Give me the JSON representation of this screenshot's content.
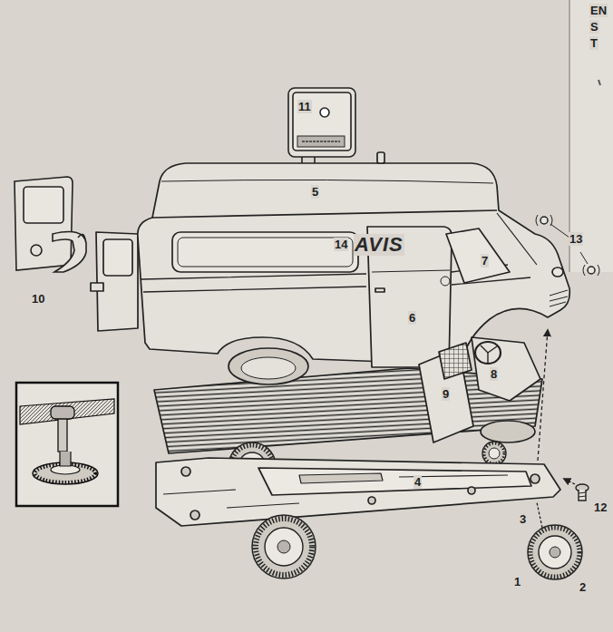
{
  "diagram": {
    "labels": [
      "EN",
      "S",
      "T",
      "11",
      "5",
      "10",
      "14",
      "AVIS",
      "13",
      "7",
      "6",
      "8",
      "9",
      "4",
      "12",
      "3",
      "1",
      "2"
    ]
  }
}
